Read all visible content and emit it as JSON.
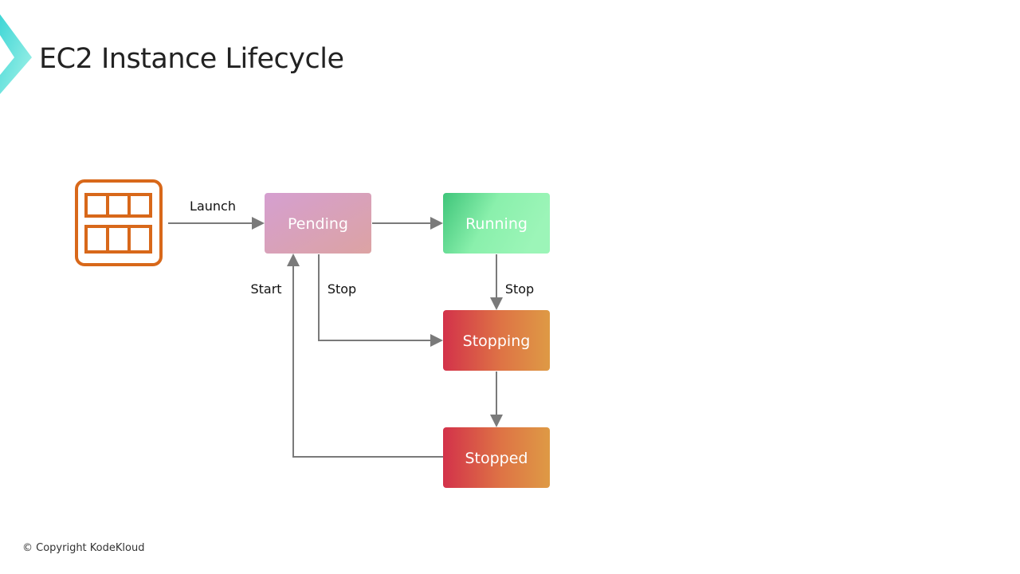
{
  "title": "EC2 Instance Lifecycle",
  "copyright": "© Copyright KodeKloud",
  "diagram": {
    "icon": "ec2-instance-icon",
    "states": {
      "pending": "Pending",
      "running": "Running",
      "stopping": "Stopping",
      "stopped": "Stopped"
    },
    "transitions": {
      "launch": "Launch",
      "start": "Start",
      "stop_pending": "Stop",
      "stop_running": "Stop"
    },
    "colors": {
      "icon": "#D8681A",
      "pending": [
        "#D59FD0",
        "#DCA3A3"
      ],
      "running": [
        "#3FC57A",
        "#9CF5B8"
      ],
      "stopping": [
        "#D3324A",
        "#DE9A45"
      ],
      "stopped": [
        "#D3324A",
        "#DE9A45"
      ],
      "arrow": "#7a7a7a"
    }
  }
}
